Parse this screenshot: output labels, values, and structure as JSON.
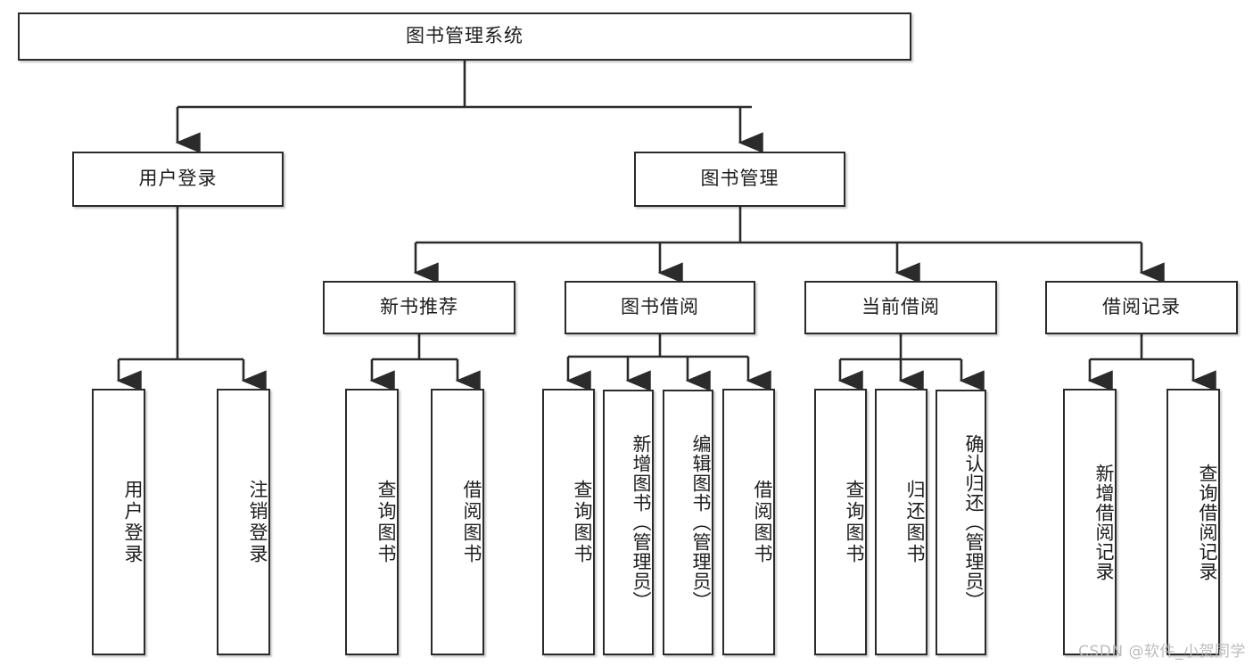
{
  "diagram": {
    "title": "图书管理系统",
    "type": "功能结构图",
    "watermark": "CSDN @软件_小贺同学",
    "colors": {
      "box_border": "#2b2b2b",
      "box_fill": "#ffffff",
      "connector": "#2b2b2b",
      "text": "#1d1d1d",
      "watermark": "#b9b9b9"
    },
    "root": {
      "label": "图书管理系统"
    },
    "level2": [
      {
        "label": "用户登录"
      },
      {
        "label": "图书管理"
      }
    ],
    "level3": [
      {
        "label": "新书推荐"
      },
      {
        "label": "图书借阅"
      },
      {
        "label": "当前借阅"
      },
      {
        "label": "借阅记录"
      }
    ],
    "leaves": {
      "user_login": [
        {
          "label": "用户登录"
        },
        {
          "label": "注销登录"
        }
      ],
      "new_book_recommend": [
        {
          "label": "查询图书"
        },
        {
          "label": "借阅图书"
        }
      ],
      "book_borrow": [
        {
          "label": "查询图书"
        },
        {
          "label": "新增图书（管理员）"
        },
        {
          "label": "编辑图书（管理员）"
        },
        {
          "label": "借阅图书"
        }
      ],
      "current_borrow": [
        {
          "label": "查询图书"
        },
        {
          "label": "归还图书"
        },
        {
          "label": "确认归还（管理员）"
        }
      ],
      "borrow_records": [
        {
          "label": "新增借阅记录"
        },
        {
          "label": "查询借阅记录"
        }
      ]
    }
  }
}
